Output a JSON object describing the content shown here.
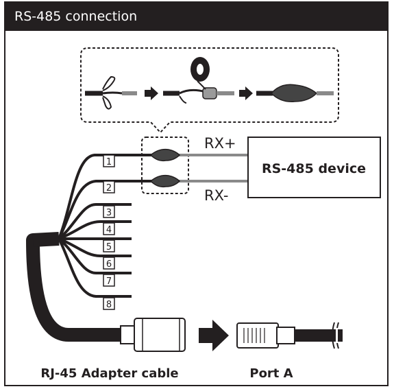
{
  "header": {
    "title": "RS-485 connection"
  },
  "splice_steps": [
    "strip-and-twist-icon",
    "arrow-right-icon",
    "tape-wrap-icon",
    "arrow-right-icon",
    "insulated-splice-icon"
  ],
  "signals": {
    "rx_plus": "RX+",
    "rx_minus": "RX-"
  },
  "device": {
    "label": "RS-485 device"
  },
  "wires": [
    "1",
    "2",
    "3",
    "4",
    "5",
    "6",
    "7",
    "8"
  ],
  "captions": {
    "adapter": "RJ-45 Adapter cable",
    "port": "Port A"
  },
  "colors": {
    "header_bg": "#231f20",
    "line": "#231f20",
    "wire_gray": "#8a8a8a"
  }
}
